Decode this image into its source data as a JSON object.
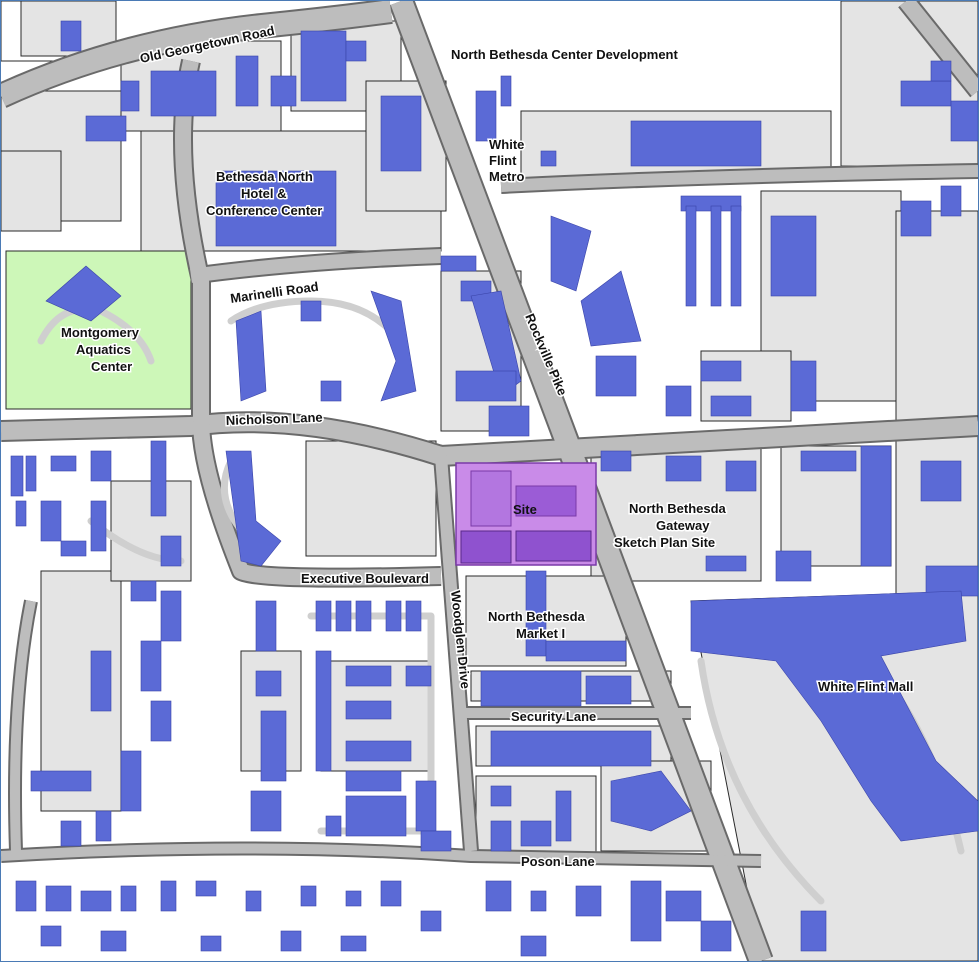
{
  "map": {
    "colors": {
      "building": "#5b6ad6",
      "park": "#cdf7b8",
      "site": "#c98be8",
      "site_dark": "#8f52cf",
      "road": "#bdbdbd",
      "parcel_gray": "#e4e4e4"
    },
    "roads": {
      "old_georgetown": "Old Georgetown Road",
      "marinelli": "Marinelli Road",
      "nicholson": "Nicholson Lane",
      "executive": "Executive Boulevard",
      "rockville_pike": "Rockville Pike",
      "woodglen": "Woodglen Drive",
      "security": "Security Lane",
      "poson": "Poson Lane"
    },
    "places": {
      "nb_center_dev": "North Bethesda Center Development",
      "white_flint_metro": [
        "White",
        "Flint",
        "Metro"
      ],
      "bethesda_north_hotel": [
        "Bethesda North",
        "Hotel &",
        "Conference Center"
      ],
      "aquatics": [
        "Montgomery",
        "Aquatics",
        "Center"
      ],
      "site": "Site",
      "gateway": [
        "North Bethesda",
        "Gateway",
        "Sketch Plan Site"
      ],
      "market": [
        "North Bethesda",
        "Market I"
      ],
      "white_flint_mall": "White Flint Mall"
    }
  }
}
